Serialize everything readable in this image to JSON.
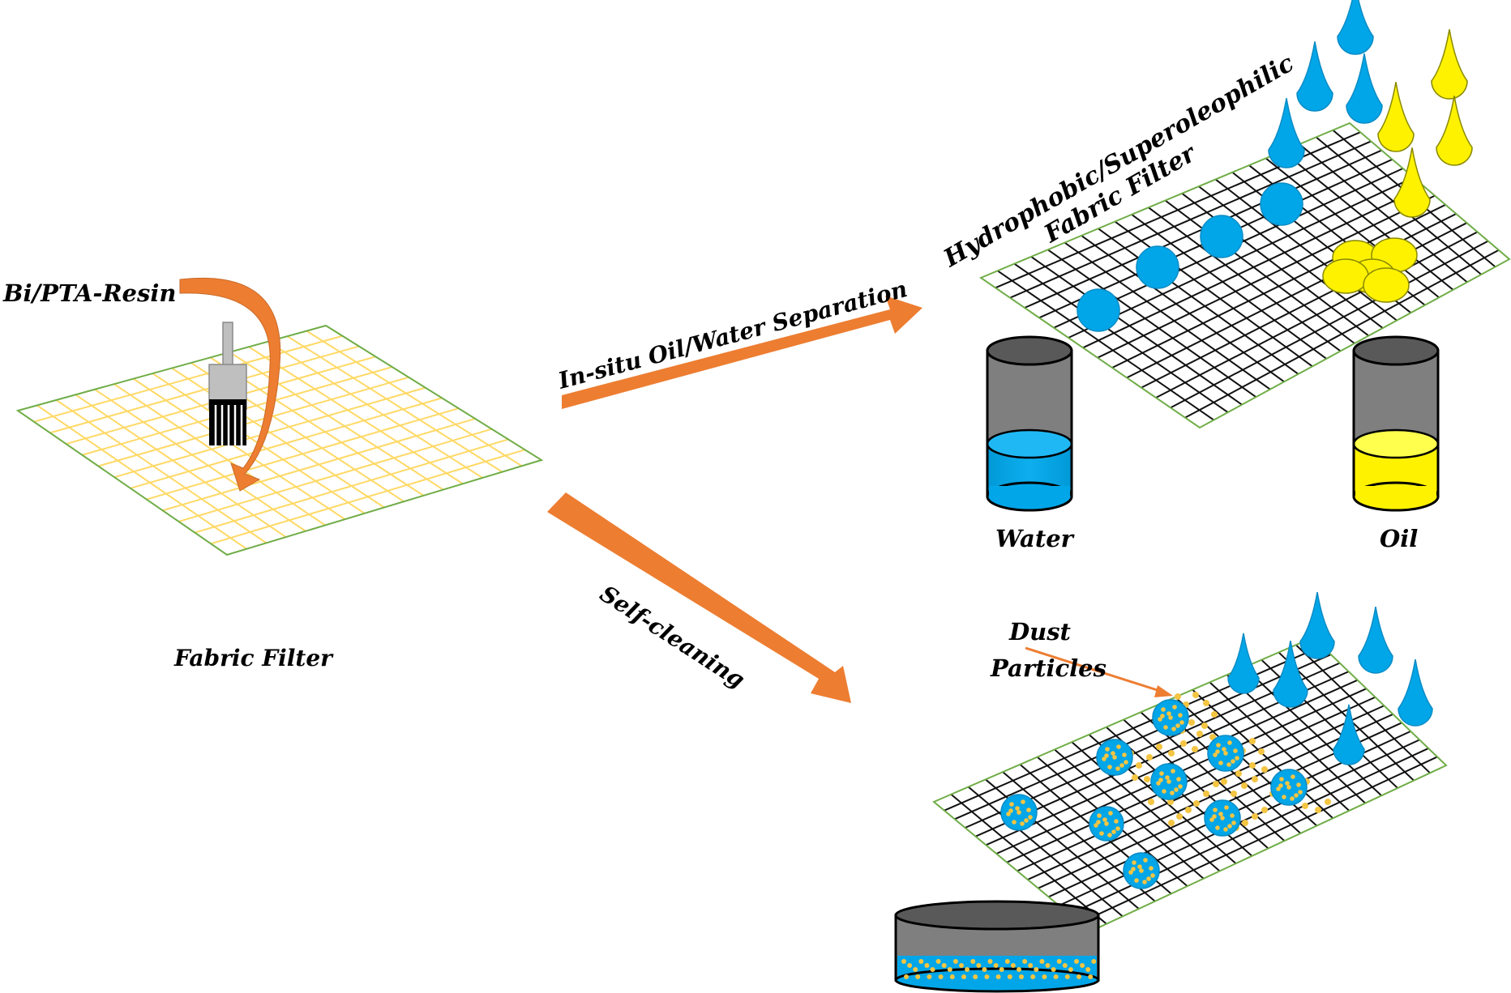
{
  "labels": {
    "resin": "Bi/PTA-Resin",
    "fabric_filter": "Fabric Filter",
    "separation_arrow": "In-situ Oil/Water Separation",
    "selfclean_arrow": "Self-cleaning",
    "hydrophobic_line1": "Hydrophobic/Superoleophilic",
    "hydrophobic_line2": "Fabric Filter",
    "water": "Water",
    "oil": "Oil",
    "dust_line1": "Dust",
    "dust_line2": "Particles"
  },
  "colors": {
    "arrow": "#ED7D31",
    "water": "#00A6E8",
    "oil": "#FFF200",
    "dust": "#F4C542",
    "grid_green": "#70AD47",
    "grid_yellow": "#FFD966",
    "cylinder": "#7F7F7F"
  }
}
